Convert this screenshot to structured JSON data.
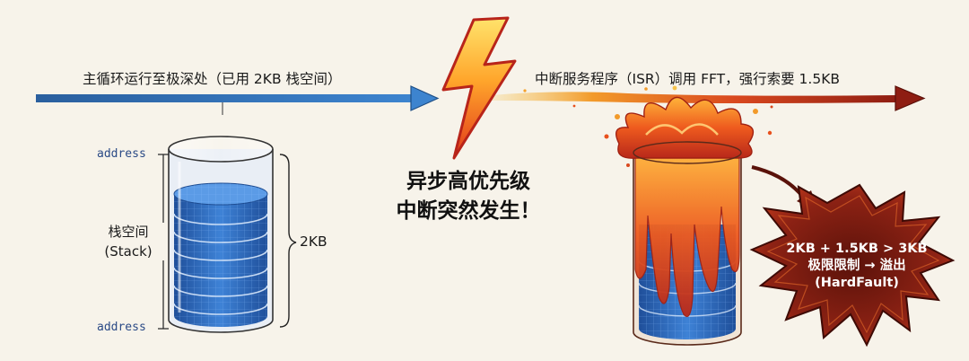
{
  "main_loop_label": "主循环运行至极深处（已用 2KB 栈空间）",
  "isr_label": "中断服务程序（ISR）调用 FFT，强行索要 1.5KB",
  "address_top": "address",
  "address_bottom": "address",
  "stack_label_line1": "栈空间",
  "stack_label_line2": "(Stack)",
  "stack_size_label": "2KB",
  "event_line1": "异步高优先级",
  "event_line2": "中断突然发生！",
  "overflow_line1": "2KB + 1.5KB > 3KB",
  "overflow_line2": "极限限制 → 溢出",
  "overflow_line3": "(HardFault)",
  "colors": {
    "blue_arrow": "#2f6fb5",
    "fire_arrow": "#c8361a",
    "stack_blue": "#2f6ec4",
    "lava": "#e8501c",
    "burst": "#8a1f12",
    "background": "#f7f3ea"
  },
  "icons": [
    "lightning-bolt-icon",
    "explosion-burst-icon",
    "curved-arrow-icon"
  ]
}
